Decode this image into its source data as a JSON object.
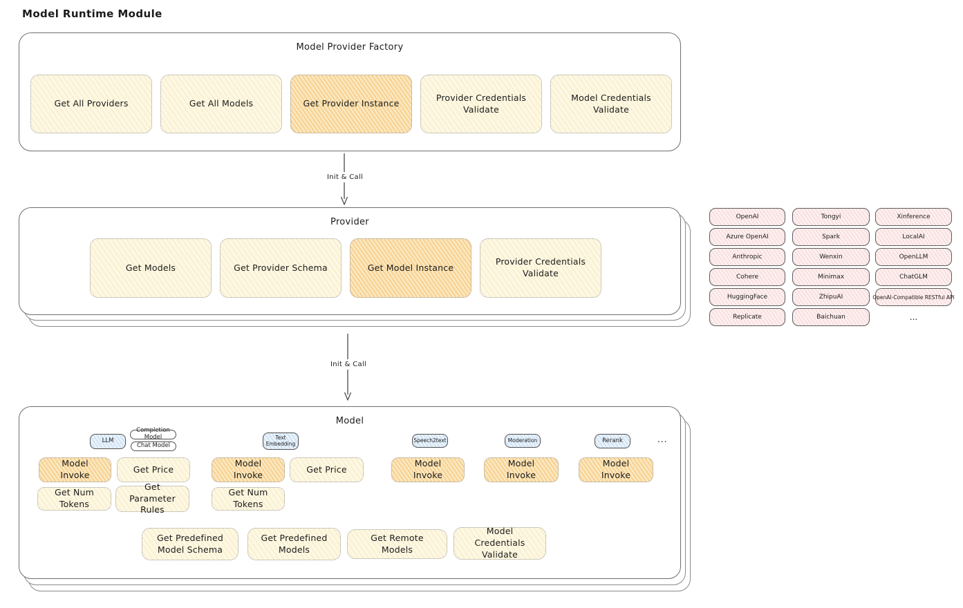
{
  "page_title": "Model Runtime Module",
  "colors": {
    "highlight_orange": "#f0ad4e",
    "light_yellow": "#fdf8e3",
    "tab_blue": "#e8f2fb",
    "chip_pink": "#fdefef",
    "border_gray": "#6e6e6e"
  },
  "flow": {
    "arrow1_label": "Init & Call",
    "arrow2_label": "Init & Call"
  },
  "factory": {
    "title": "Model Provider Factory",
    "methods": [
      {
        "label": "Get All Providers"
      },
      {
        "label": "Get All Models"
      },
      {
        "label": "Get Provider Instance"
      },
      {
        "label": "Provider Credentials Validate"
      },
      {
        "label": "Model Credentials Validate"
      }
    ]
  },
  "provider": {
    "title": "Provider",
    "methods": [
      {
        "label": "Get Models"
      },
      {
        "label": "Get Provider Schema"
      },
      {
        "label": "Get Model Instance"
      },
      {
        "label": "Provider Credentials Validate"
      }
    ]
  },
  "provider_registry": {
    "rows": [
      [
        "OpenAI",
        "Tongyi",
        "Xinference"
      ],
      [
        "Azure OpenAI",
        "Spark",
        "LocalAI"
      ],
      [
        "Anthropic",
        "Wenxin",
        "OpenLLM"
      ],
      [
        "Cohere",
        "Minimax",
        "ChatGLM"
      ],
      [
        "HuggingFace",
        "ZhipuAI",
        "OpenAI-Compatible RESTful API"
      ],
      [
        "Replicate",
        "Baichuan",
        "..."
      ]
    ]
  },
  "model": {
    "title": "Model",
    "tabs": {
      "llm": "LLM",
      "completion_model": "Completion Model",
      "chat_model": "Chat Model",
      "text_embedding": "Text Embedding",
      "speech2text": "Speech2text",
      "moderation": "Moderation",
      "rerank": "Rerank",
      "more": "..."
    },
    "methods": {
      "model_invoke": "Model Invoke",
      "get_price": "Get Price",
      "get_num_tokens": "Get Num Tokens",
      "get_parameter_rules": "Get Parameter Rules",
      "get_predefined_model_schema": "Get Predefined Model Schema",
      "get_predefined_models": "Get Predefined Models",
      "get_remote_models": "Get Remote Models",
      "model_credentials_validate": "Model Credentials Validate"
    }
  }
}
